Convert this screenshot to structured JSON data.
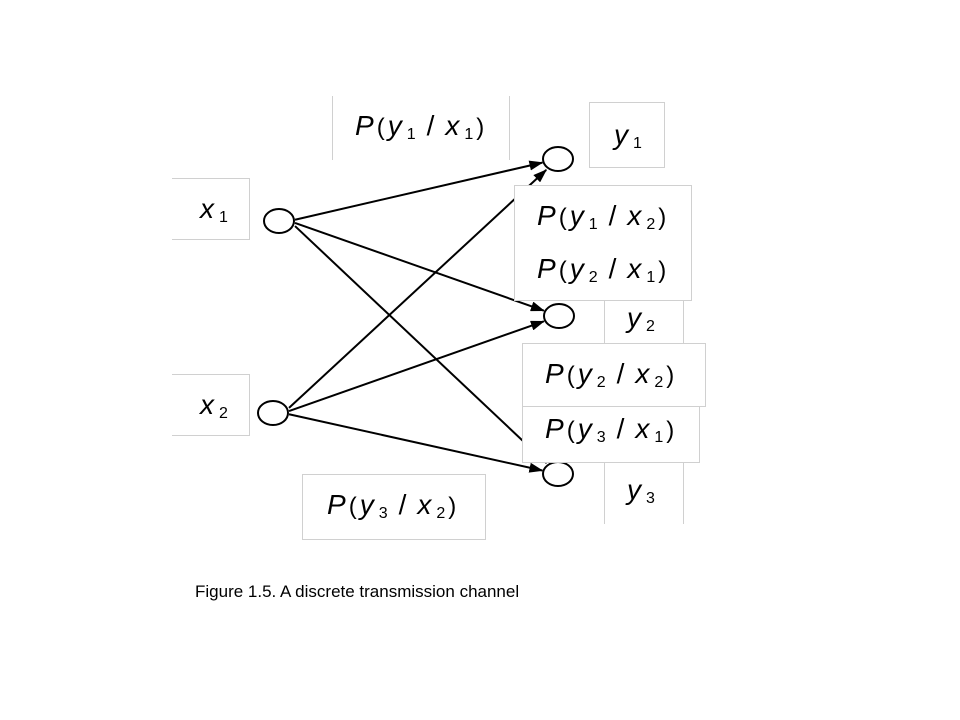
{
  "inputs": {
    "x1": {
      "var": "x",
      "sub": "1"
    },
    "x2": {
      "var": "x",
      "sub": "2"
    }
  },
  "outputs": {
    "y1": {
      "var": "y",
      "sub": "1"
    },
    "y2": {
      "var": "y",
      "sub": "2"
    },
    "y3": {
      "var": "y",
      "sub": "3"
    }
  },
  "probabilities": {
    "p_y1_x1": {
      "P": "P",
      "open": "(",
      "yv": "y",
      "ys": "1",
      "slash": "/",
      "xv": "x",
      "xs": "1",
      "close": ")"
    },
    "p_y1_x2": {
      "P": "P",
      "open": "(",
      "yv": "y",
      "ys": "1",
      "slash": "/",
      "xv": "x",
      "xs": "2",
      "close": ")"
    },
    "p_y2_x1": {
      "P": "P",
      "open": "(",
      "yv": "y",
      "ys": "2",
      "slash": "/",
      "xv": "x",
      "xs": "1",
      "close": ")"
    },
    "p_y2_x2": {
      "P": "P",
      "open": "(",
      "yv": "y",
      "ys": "2",
      "slash": "/",
      "xv": "x",
      "xs": "2",
      "close": ")"
    },
    "p_y3_x1": {
      "P": "P",
      "open": "(",
      "yv": "y",
      "ys": "3",
      "slash": "/",
      "xv": "x",
      "xs": "1",
      "close": ")"
    },
    "p_y3_x2": {
      "P": "P",
      "open": "(",
      "yv": "y",
      "ys": "3",
      "slash": "/",
      "xv": "x",
      "xs": "2",
      "close": ")"
    }
  },
  "edges": [
    {
      "from": "x1",
      "to": "y1"
    },
    {
      "from": "x1",
      "to": "y2"
    },
    {
      "from": "x1",
      "to": "y3"
    },
    {
      "from": "x2",
      "to": "y1"
    },
    {
      "from": "x2",
      "to": "y2"
    },
    {
      "from": "x2",
      "to": "y3"
    }
  ],
  "caption": "Figure 1.5. A discrete transmission channel"
}
